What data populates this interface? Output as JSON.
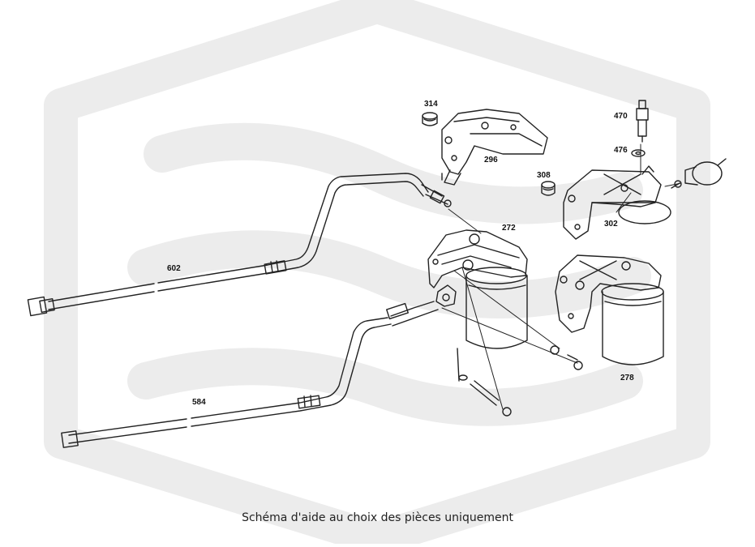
{
  "diagram": {
    "part_numbers": {
      "p314": "314",
      "p296": "296",
      "p470": "470",
      "p476": "476",
      "p308": "308",
      "p302": "302",
      "p272": "272",
      "p602": "602",
      "p584": "584",
      "p278": "278"
    },
    "watermark_color": "#ececec",
    "line_color": "#222222"
  },
  "caption": "Schéma d'aide au choix des pièces uniquement"
}
